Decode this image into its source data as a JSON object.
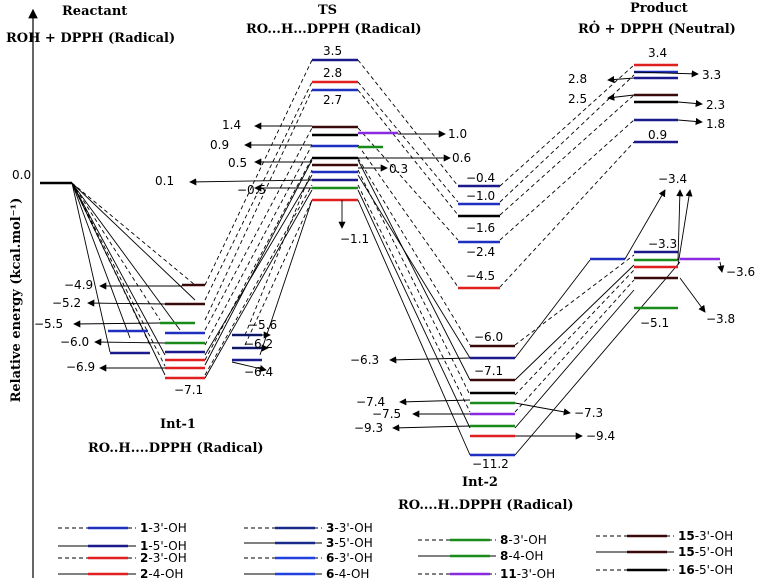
{
  "headers": {
    "reactant": "Reactant",
    "reactant_sub": "ROH + DPPH (Radical)",
    "ts": "TS",
    "ts_sub": "RO...H...DPPH (Radical)",
    "product": "Product",
    "product_sub": "RȮ + DPPH (Neutral)",
    "int1": "Int-1",
    "int1_sub": "RO..H....DPPH (Radical)",
    "int2": "Int-2",
    "int2_sub": "RO....H..DPPH (Radical)"
  },
  "axis": {
    "ylabel": "Relative energy (kcal.mol⁻¹)"
  },
  "reactant_value": "0.0",
  "ts_labels": [
    "3.5",
    "2.8",
    "2.7",
    "1.4",
    "1.0",
    "0.9",
    "0.6",
    "0.5",
    "0.3",
    "0.1",
    "−0.5",
    "−1.1"
  ],
  "int1_labels": [
    "−4.9",
    "−5.2",
    "−5.5",
    "−5.6",
    "−6.0",
    "−6.2",
    "−6.9",
    "−6.4",
    "−7.1"
  ],
  "int2_labels": [
    "−0.4",
    "−1.0",
    "−1.6",
    "−2.4",
    "−4.5",
    "−6.0",
    "−6.3",
    "−7.1",
    "−7.3",
    "−7.4",
    "−7.5",
    "−9.3",
    "−9.4",
    "−11.2"
  ],
  "product_labels": [
    "3.4",
    "3.3",
    "2.8",
    "2.5",
    "2.3",
    "1.8",
    "0.9",
    "−3.4",
    "−3.3",
    "−3.6",
    "−3.8",
    "−5.1"
  ],
  "legend": [
    {
      "num": "1",
      "suffix": "-3'-OH",
      "color": "#1f2fbf",
      "dash": true
    },
    {
      "num": "1",
      "suffix": "-5'-OH",
      "color": "#1a1a8c",
      "dash": false
    },
    {
      "num": "2",
      "suffix": "-3'-OH",
      "color": "#e02020",
      "dash": true
    },
    {
      "num": "2",
      "suffix": "-4-OH",
      "color": "#e02020",
      "dash": false
    },
    {
      "num": "3",
      "suffix": "-3'-OH",
      "color": "#1a2a8a",
      "dash": true
    },
    {
      "num": "3",
      "suffix": "-5'-OH",
      "color": "#1a2a8a",
      "dash": false
    },
    {
      "num": "6",
      "suffix": "-3'-OH",
      "color": "#2040e0",
      "dash": true
    },
    {
      "num": "6",
      "suffix": "-4-OH",
      "color": "#2040e0",
      "dash": false
    },
    {
      "num": "8",
      "suffix": "-3'-OH",
      "color": "#1a8a1a",
      "dash": true
    },
    {
      "num": "8",
      "suffix": "-4-OH",
      "color": "#1a8a1a",
      "dash": false
    },
    {
      "num": "11",
      "suffix": "-3'-OH",
      "color": "#8a2be2",
      "dash": true
    },
    {
      "num": "15",
      "suffix": "-3'-OH",
      "color": "#3a0a0a",
      "dash": true
    },
    {
      "num": "15",
      "suffix": "-5'-OH",
      "color": "#3a0a0a",
      "dash": false
    },
    {
      "num": "16",
      "suffix": "-5'-OH",
      "color": "#000000",
      "dash": true
    }
  ]
}
